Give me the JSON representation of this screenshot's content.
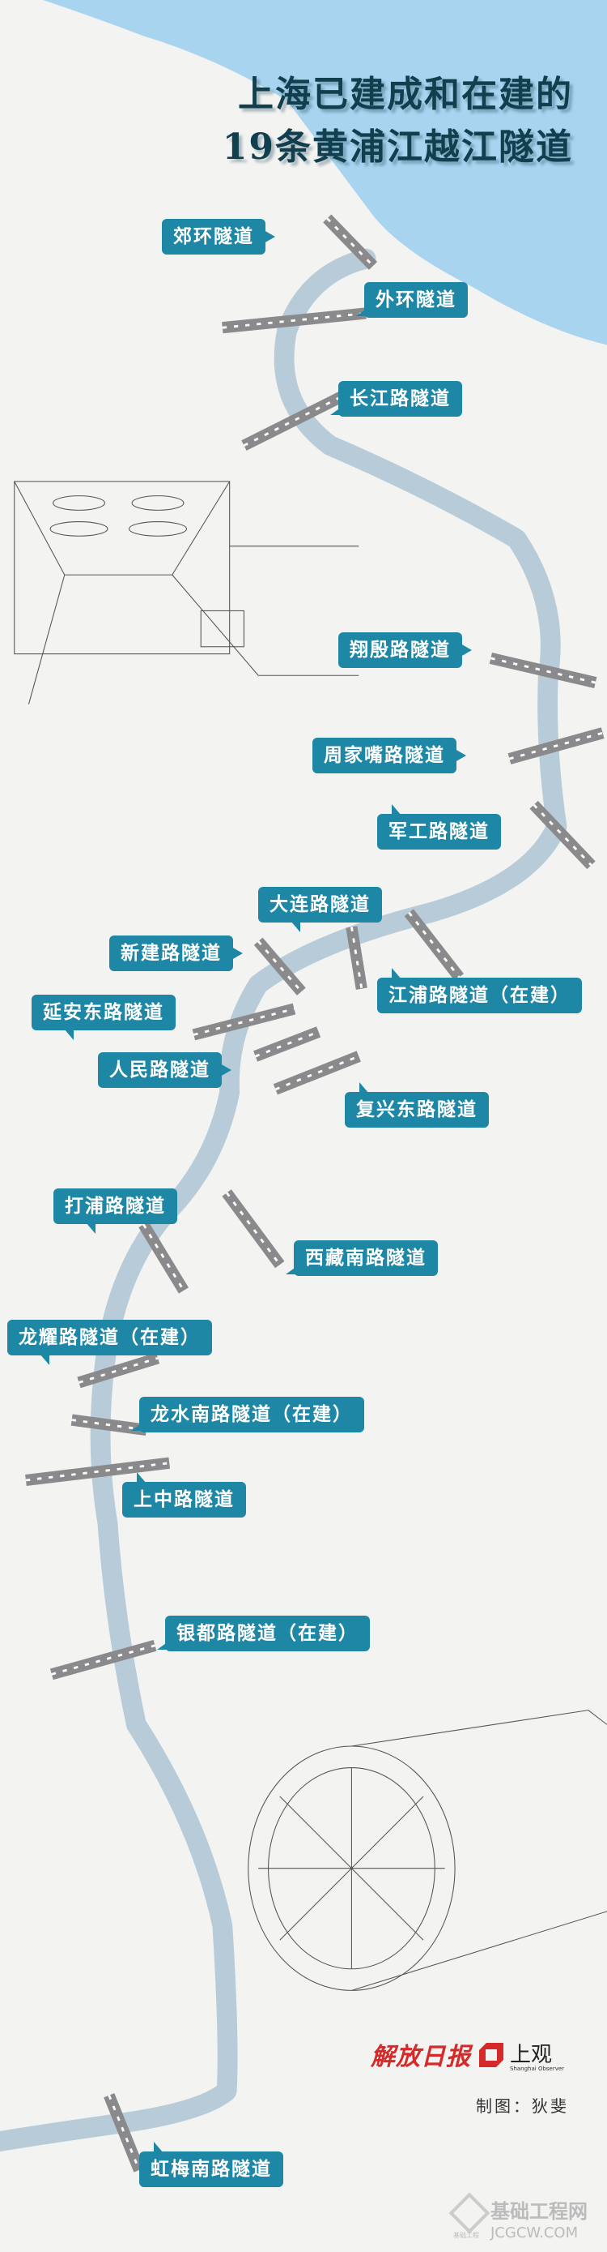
{
  "header": {
    "title_line1": "上海已建成和在建的",
    "title_line2": "19条黄浦江越江隧道"
  },
  "tunnels": [
    {
      "name": "郊环隧道",
      "status": "built"
    },
    {
      "name": "外环隧道",
      "status": "built"
    },
    {
      "name": "长江路隧道",
      "status": "built"
    },
    {
      "name": "翔殷路隧道",
      "status": "built"
    },
    {
      "name": "周家嘴路隧道",
      "status": "built"
    },
    {
      "name": "军工路隧道",
      "status": "built"
    },
    {
      "name": "大连路隧道",
      "status": "built"
    },
    {
      "name": "新建路隧道",
      "status": "built"
    },
    {
      "name": "江浦路隧道（在建）",
      "status": "under-construction"
    },
    {
      "name": "延安东路隧道",
      "status": "built"
    },
    {
      "name": "人民路隧道",
      "status": "built"
    },
    {
      "name": "复兴东路隧道",
      "status": "built"
    },
    {
      "name": "打浦路隧道",
      "status": "built"
    },
    {
      "name": "西藏南路隧道",
      "status": "built"
    },
    {
      "name": "龙耀路隧道（在建）",
      "status": "under-construction"
    },
    {
      "name": "龙水南路隧道（在建）",
      "status": "under-construction"
    },
    {
      "name": "上中路隧道",
      "status": "built"
    },
    {
      "name": "银都路隧道（在建）",
      "status": "under-construction"
    },
    {
      "name": "虹梅南路隧道",
      "status": "built"
    }
  ],
  "footer": {
    "logo_jiefang": "解放日报",
    "logo_shangguan": "上观",
    "logo_shangguan_en": "Shanghai Observer",
    "maker": "制图：狄斐",
    "watermark": "基础工程网",
    "watermark_url": "JCGCW.COM",
    "watermark_small": "基础工程"
  },
  "colors": {
    "label": "#1e87a6",
    "river": "#b7ccd8",
    "sea": "#a8d4f0",
    "title": "#123f4e",
    "road": "#8a8a8c"
  }
}
